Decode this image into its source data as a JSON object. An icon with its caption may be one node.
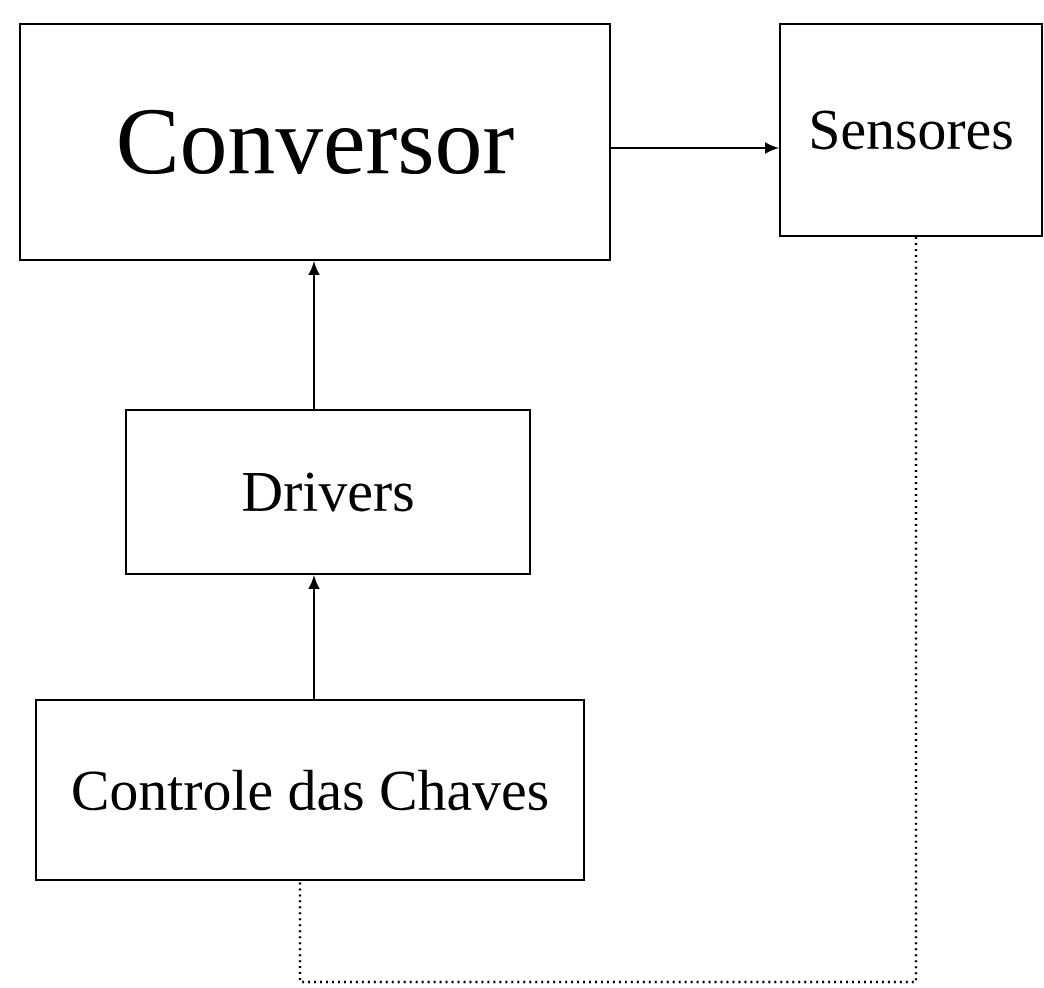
{
  "diagram": {
    "nodes": [
      {
        "text": [
          "Conversor"
        ]
      },
      {
        "text": [
          "Sensores"
        ]
      },
      {
        "text": [
          "Drivers"
        ]
      },
      {
        "text": [
          "Controle das Chaves"
        ]
      }
    ],
    "edges": [
      {
        "from": 0,
        "to": 1,
        "arrow": "to"
      },
      {
        "from": 2,
        "to": 0,
        "arrow": "to"
      },
      {
        "from": 3,
        "to": 2,
        "arrow": "to"
      },
      {
        "from": 1,
        "to": 3,
        "arrow": "none",
        "style": "dashed"
      }
    ]
  }
}
